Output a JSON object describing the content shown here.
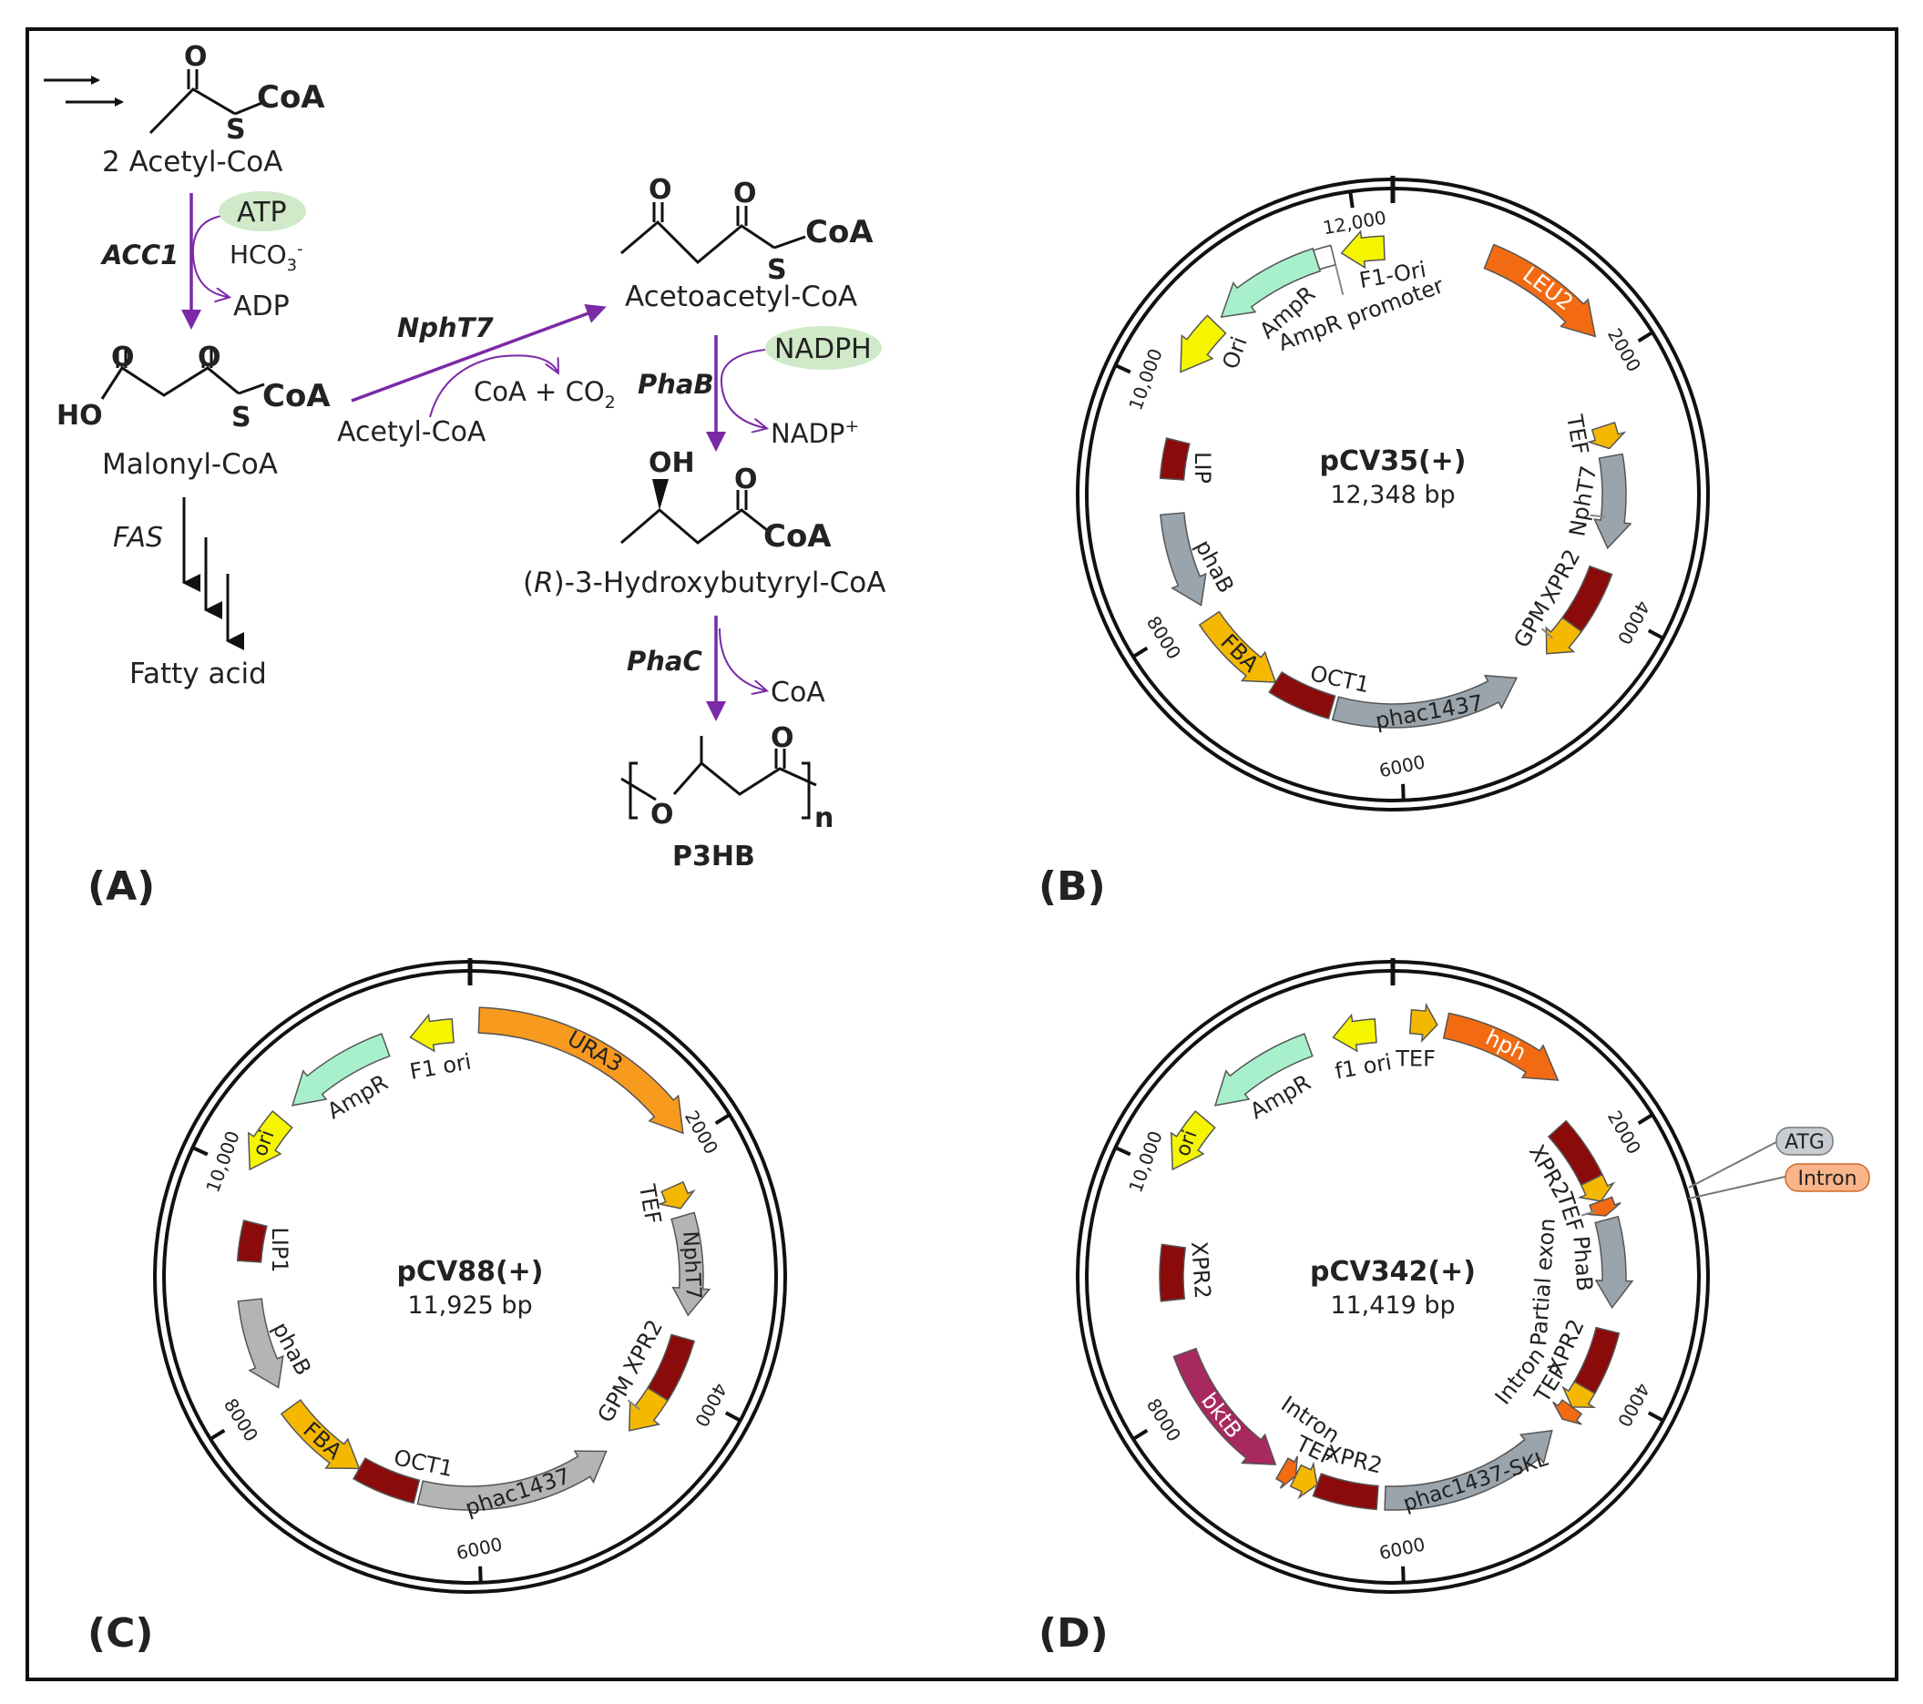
{
  "panel_labels": {
    "a": "(A)",
    "b": "(B)",
    "c": "(C)",
    "d": "(D)"
  },
  "colors": {
    "purple": "#7a2aa6",
    "maroon": "#8b0a0a",
    "gray": "#9aa4ac",
    "lightgray": "#b4b4b4",
    "gold": "#f5b800",
    "orange": "#f26b12",
    "lightorange": "#f79a1e",
    "mint": "#a8f0cc",
    "yellow": "#f5f500",
    "magenta": "#a8295f",
    "green_oval": "#cfe9c9"
  },
  "pathway": {
    "acetyl_coa": "2 Acetyl-CoA",
    "acc1": "ACC1",
    "atp": "ATP",
    "hco3": "HCO",
    "hco3_sub": "3",
    "hco3_sup": "-",
    "adp": "ADP",
    "malonyl": "Malonyl-CoA",
    "fas": "FAS",
    "fatty_acid": "Fatty acid",
    "npht7": "NphT7",
    "acetyl_in": "Acetyl-CoA",
    "coa_co2": "CoA + CO",
    "co2_sub": "2",
    "acetoacetyl": "Acetoacetyl-CoA",
    "phab": "PhaB",
    "nadph": "NADPH",
    "nadp": "NADP",
    "nadp_sup": "+",
    "hb_r": "R",
    "hb_pre": "(",
    "hb_post": ")-3-Hydroxybutyryl-CoA",
    "phac": "PhaC",
    "coa_out": "CoA",
    "p3hb": "P3HB",
    "atom_o": "O",
    "atom_s": "S",
    "atom_coa": "CoA",
    "atom_ho": "HO",
    "atom_oh": "OH",
    "atom_n": "n"
  },
  "plasmid_b": {
    "name": "pCV35(+)",
    "size": "12,348 bp",
    "ticks": [
      "12,000",
      "2000",
      "4000",
      "6000",
      "8000",
      "10,000"
    ],
    "features": {
      "leu2": "LEU2",
      "tef": "TEF",
      "npht7": "NphT7",
      "xpr2": "XPR2",
      "gpm": "GPM",
      "phac": "phac1437",
      "oct1": "OCT1",
      "fba": "FBA",
      "phab": "phaB",
      "lip": "LIP",
      "ori": "Ori",
      "ampr": "AmpR",
      "ampr_prom": "AmpR promoter",
      "f1": "F1-Ori"
    }
  },
  "plasmid_c": {
    "name": "pCV88(+)",
    "size": "11,925 bp",
    "ticks": [
      "2000",
      "4000",
      "6000",
      "8000",
      "10,000"
    ],
    "features": {
      "ura3": "URA3",
      "tef": "TEF",
      "npht7": "NphT7",
      "xpr2": "XPR2",
      "gpm": "GPM",
      "phac": "phac1437",
      "oct1": "OCT1",
      "fba": "FBA",
      "phab": "phaB",
      "lip1": "LIP1",
      "ori": "ori",
      "ampr": "AmpR",
      "f1": "F1 ori"
    }
  },
  "plasmid_d": {
    "name": "pCV342(+)",
    "size": "11,419 bp",
    "ticks": [
      "2000",
      "4000",
      "6000",
      "8000",
      "10,000"
    ],
    "callouts": {
      "atg": "ATG",
      "intron": "Intron"
    },
    "features": {
      "tef_top": "TEF",
      "hph": "hph",
      "xpr2_a": "XPR2",
      "tef_a": "TEF",
      "partial": "Partial exon",
      "phab": "PhaB",
      "xpr2_b": "XPR2",
      "tef_b": "TEF",
      "intron_b": "Intron",
      "phac": "phac1437-SKL",
      "xpr2_c": "XPR2",
      "tef_c": "TEF",
      "intron_c": "Intron",
      "bktb": "bktB",
      "xpr2_d": "XPR2",
      "ori": "ori",
      "ampr": "AmpR",
      "f1": "f1 ori"
    }
  }
}
